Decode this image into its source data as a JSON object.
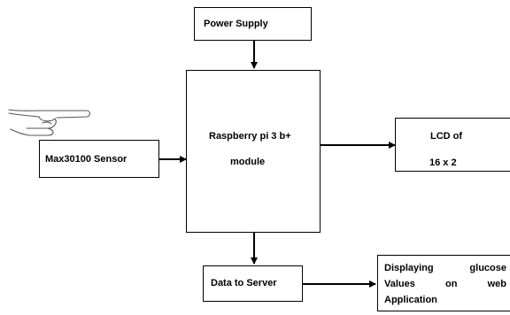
{
  "blocks": {
    "power_supply": "Power Supply",
    "raspberry_line1": "Raspberry pi 3 b+",
    "raspberry_line2": "module",
    "sensor": "Max30100 Sensor",
    "lcd_line1": "LCD of",
    "lcd_line2": "16 x 2",
    "server": "Data to Server",
    "display_line1_words": [
      "Displaying",
      "glucose"
    ],
    "display_line2_words": [
      "Values",
      "on",
      "web"
    ],
    "display_line3": "Application"
  },
  "icons": {
    "finger": "pointing-hand-icon"
  },
  "colors": {
    "stroke": "#000000",
    "background": "#ffffff"
  }
}
